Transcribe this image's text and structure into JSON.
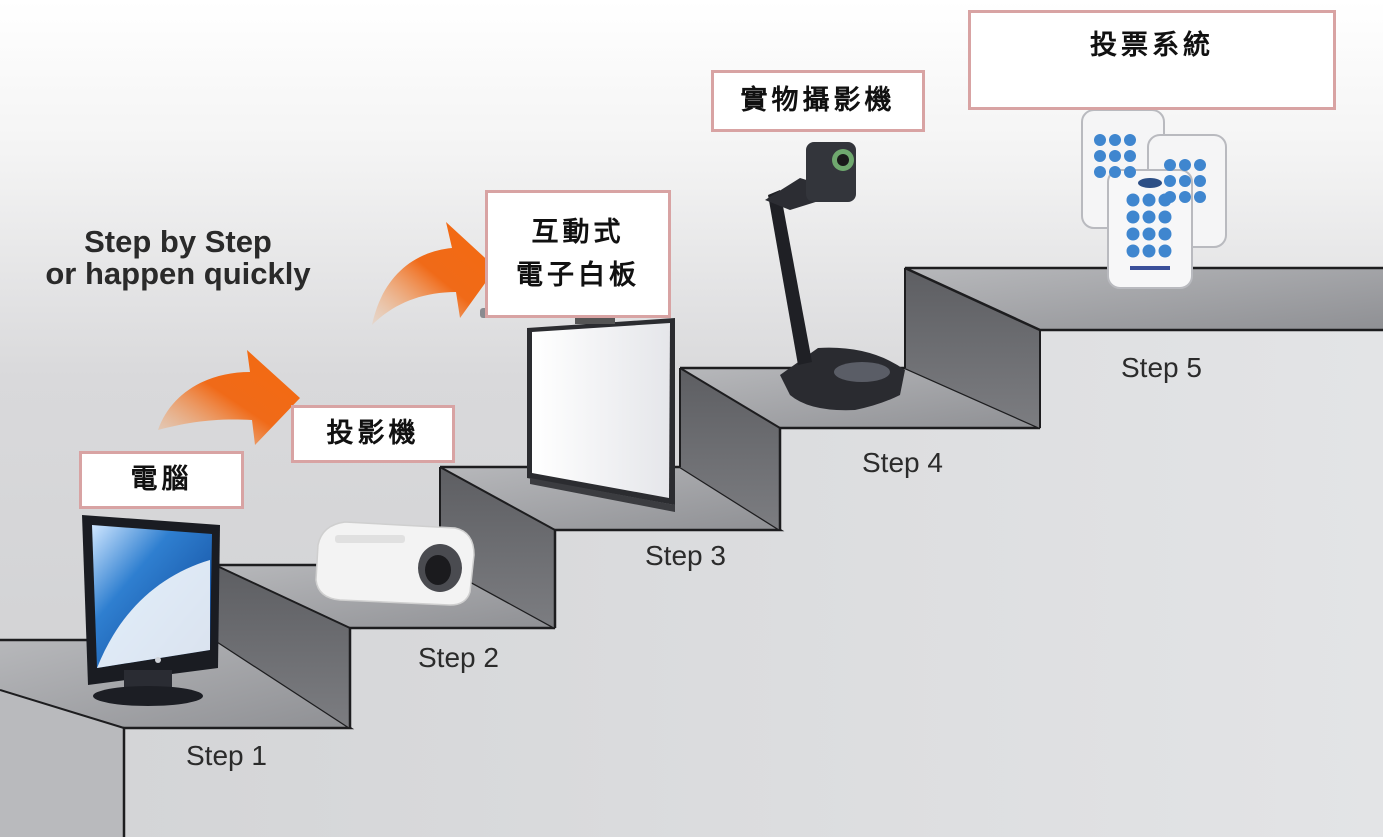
{
  "tagline": {
    "line1": "Step by Step",
    "line2": "or happen quickly"
  },
  "steps": [
    {
      "label": "Step 1"
    },
    {
      "label": "Step 2"
    },
    {
      "label": "Step 3"
    },
    {
      "label": "Step 4"
    },
    {
      "label": "Step 5"
    }
  ],
  "devices": {
    "computer": "電腦",
    "projector": "投影機",
    "whiteboard_line1": "互動式",
    "whiteboard_line2": "電子白板",
    "document_camera": "實物攝影機",
    "voting_system": "投票系統"
  },
  "colors": {
    "arrow": "#f06a18",
    "label_border": "#d8a3a3",
    "step_top": "#a7a8ac",
    "step_riser": "#6e6f73",
    "keypad_button": "#3f86cf"
  }
}
